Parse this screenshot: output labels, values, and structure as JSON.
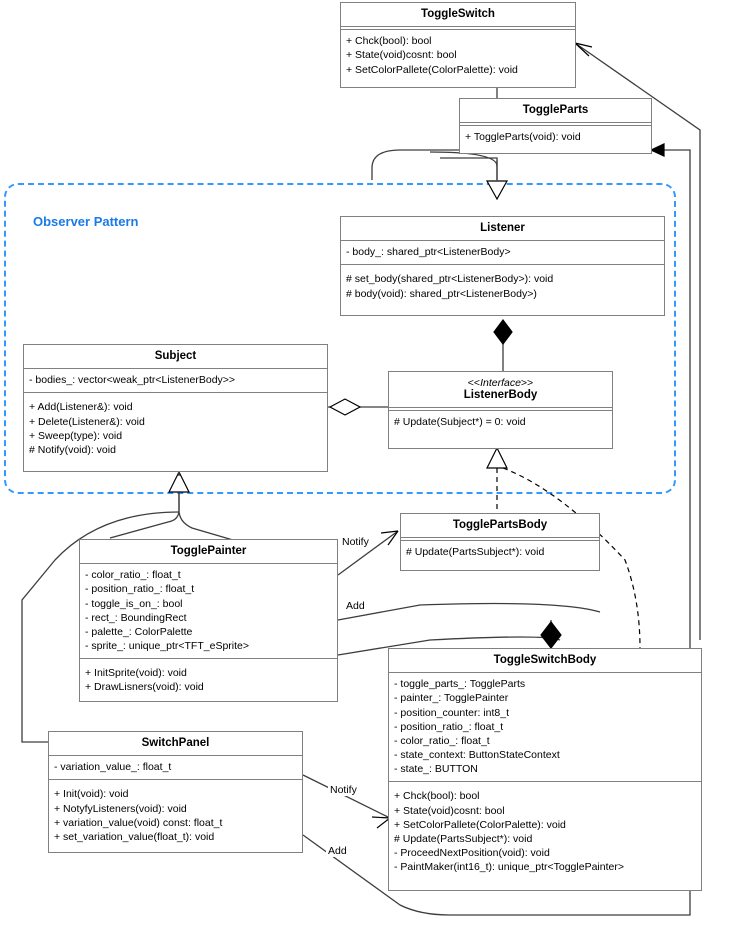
{
  "diagram": {
    "kind": "uml-class-diagram",
    "group": {
      "label": "Observer Pattern",
      "color": "#1a7ae8"
    },
    "edge_labels": {
      "notify_parts": "Notify",
      "add_parts": "Add",
      "notify_panel": "Notify",
      "add_panel": "Add"
    }
  },
  "classes": {
    "toggle_switch": {
      "name": "ToggleSwitch",
      "attributes": [],
      "methods": [
        "+ Chck(bool): bool",
        "+ State(void)cosnt: bool",
        "+ SetColorPallete(ColorPalette): void"
      ]
    },
    "toggle_parts": {
      "name": "ToggleParts",
      "attributes": [],
      "methods": [
        "+ ToggleParts(void): void"
      ]
    },
    "listener": {
      "name": "Listener",
      "attributes": [
        "- body_: shared_ptr<ListenerBody>"
      ],
      "methods": [
        "# set_body(shared_ptr<ListenerBody>): void",
        "# body(void): shared_ptr<ListenerBody>)"
      ]
    },
    "subject": {
      "name": "Subject",
      "attributes": [
        "- bodies_: vector<weak_ptr<ListenerBody>>"
      ],
      "methods": [
        "+ Add(Listener&): void",
        "+ Delete(Listener&): void",
        "+ Sweep(type): void",
        "# Notify(void): void"
      ]
    },
    "listener_body": {
      "stereotype": "<<Interface>>",
      "name": "ListenerBody",
      "attributes": [],
      "methods": [
        "# Update(Subject*) = 0: void"
      ]
    },
    "toggle_painter": {
      "name": "TogglePainter",
      "attributes": [
        "- color_ratio_: float_t",
        "- position_ratio_: float_t",
        "- toggle_is_on_: bool",
        "- rect_: BoundingRect",
        "- palette_: ColorPalette",
        "- sprite_: unique_ptr<TFT_eSprite>"
      ],
      "methods": [
        "+ InitSprite(void): void",
        "+ DrawLisners(void): void"
      ]
    },
    "toggle_parts_body": {
      "name": "TogglePartsBody",
      "attributes": [],
      "methods": [
        "# Update(PartsSubject*): void"
      ]
    },
    "toggle_switch_body": {
      "name": "ToggleSwitchBody",
      "attributes": [
        "- toggle_parts_: ToggleParts",
        "- painter_: TogglePainter",
        "- position_counter: int8_t",
        "- position_ratio_: float_t",
        "- color_ratio_: float_t",
        "- state_context: ButtonStateContext",
        "- state_: BUTTON"
      ],
      "methods": [
        "+ Chck(bool): bool",
        "+ State(void)cosnt: bool",
        "+ SetColorPallete(ColorPalette): void",
        "# Update(PartsSubject*): void",
        "- ProceedNextPosition(void): void",
        "- PaintMaker(int16_t): unique_ptr<TogglePainter>"
      ]
    },
    "switch_panel": {
      "name": "SwitchPanel",
      "attributes": [
        "- variation_value_: float_t"
      ],
      "methods": [
        "+ Init(void): void",
        "+ NotyfyListeners(void): void",
        "+ variation_value(void) const: float_t",
        "+ set_variation_value(float_t): void"
      ]
    }
  }
}
